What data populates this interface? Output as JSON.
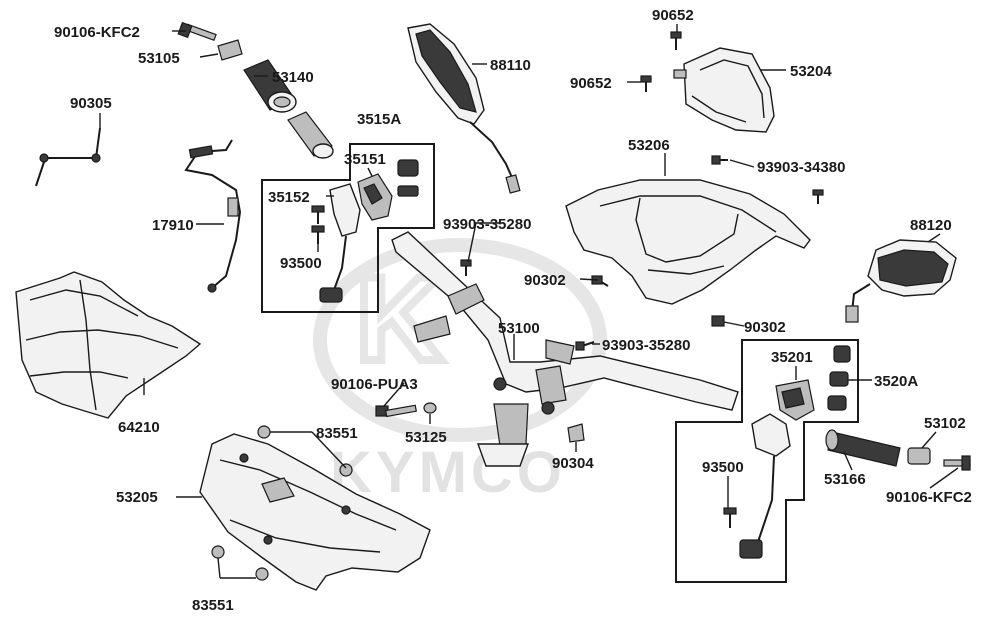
{
  "watermark": {
    "brand_text": "KYMCO",
    "logo_text": "K"
  },
  "labels": {
    "p90106_kfc2_top": "90106-KFC2",
    "p53105": "53105",
    "p53140": "53140",
    "p90305": "90305",
    "p17910": "17910",
    "p88110": "88110",
    "p90652_a": "90652",
    "p90652_b": "90652",
    "p53204": "53204",
    "p3515a": "3515A",
    "p35151": "35151",
    "p35152": "35152",
    "p93500_a": "93500",
    "p93903_35280_a": "93903-35280",
    "p53206": "53206",
    "p93903_34380": "93903-34380",
    "p88120": "88120",
    "p90302_a": "90302",
    "p90302_b": "90302",
    "p53100": "53100",
    "p93903_35280_b": "93903-35280",
    "p64210": "64210",
    "p90106_pua3": "90106-PUA3",
    "p83551_a": "83551",
    "p53125": "53125",
    "p90304": "90304",
    "p53205": "53205",
    "p83551_b": "83551",
    "p35201": "35201",
    "p3520a": "3520A",
    "p53102": "53102",
    "p93500_b": "93500",
    "p53166": "53166",
    "p90106_kfc2_bottom": "90106-KFC2"
  }
}
